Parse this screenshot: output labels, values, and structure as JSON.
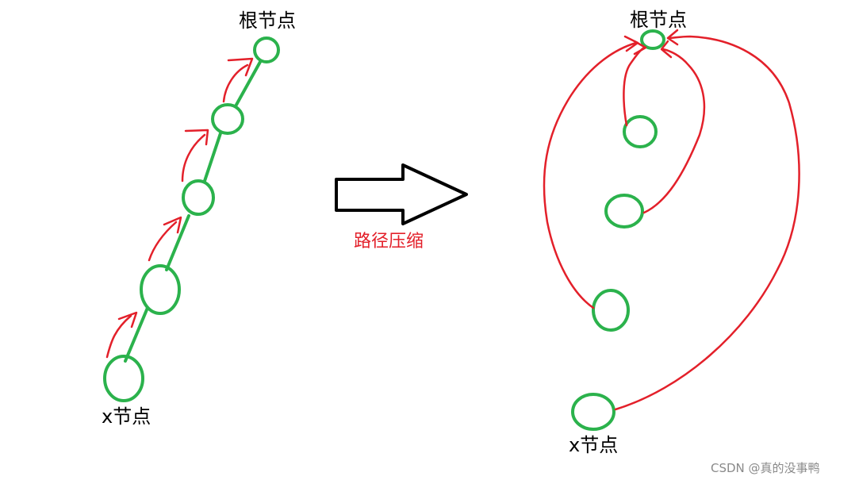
{
  "left": {
    "root_label": "根节点",
    "x_label": "x节点"
  },
  "right": {
    "root_label": "根节点",
    "x_label": "x节点"
  },
  "arrow": {
    "label": "路径压缩"
  },
  "watermark": {
    "text": "CSDN @真的没事鸭"
  },
  "colors": {
    "node": "#2bb24c",
    "pointer": "#e3202a",
    "arrow_outline": "#000000",
    "label": "#e3202a"
  }
}
